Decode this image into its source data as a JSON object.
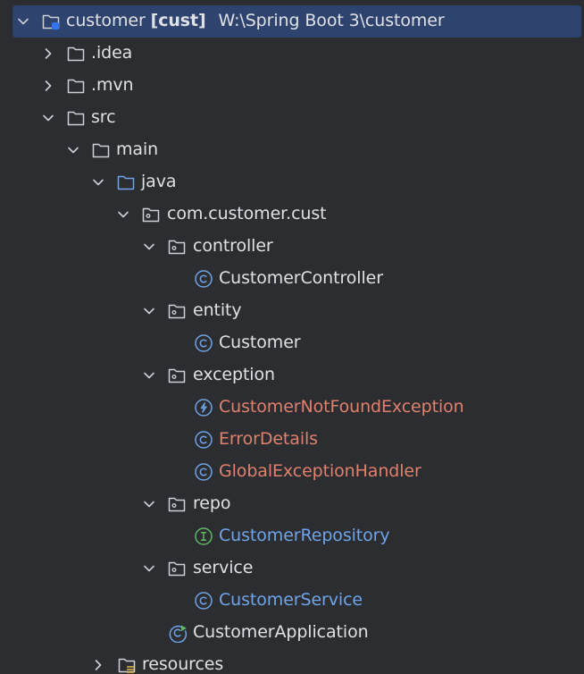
{
  "colors": {
    "background": "#2b2d30",
    "selection": "#2e436e",
    "text_default": "#dfe1e5",
    "text_error": "#e0806d",
    "text_modified": "#6fa4e8",
    "folder_source_blue": "#6fa4e8",
    "class_icon_blue": "#6fa4e8",
    "interface_icon_green": "#5fb865"
  },
  "tree": {
    "root": {
      "name": "customer",
      "module_tag": "[cust]",
      "path": "W:\\Spring Boot 3\\customer"
    },
    "items": [
      {
        "label": ".idea",
        "icon": "folder-icon",
        "expanded": false
      },
      {
        "label": ".mvn",
        "icon": "folder-icon",
        "expanded": false
      },
      {
        "label": "src",
        "icon": "folder-icon",
        "expanded": true
      },
      {
        "label": "main",
        "icon": "folder-icon",
        "expanded": true
      },
      {
        "label": "java",
        "icon": "source-folder-icon",
        "expanded": true
      },
      {
        "label": "com.customer.cust",
        "icon": "package-icon",
        "expanded": true
      },
      {
        "label": "controller",
        "icon": "package-icon",
        "expanded": true
      },
      {
        "label": "CustomerController",
        "icon": "class-icon",
        "status": "default"
      },
      {
        "label": "entity",
        "icon": "package-icon",
        "expanded": true
      },
      {
        "label": "Customer",
        "icon": "class-icon",
        "status": "default"
      },
      {
        "label": "exception",
        "icon": "package-icon",
        "expanded": true
      },
      {
        "label": "CustomerNotFoundException",
        "icon": "exception-class-icon",
        "status": "error"
      },
      {
        "label": "ErrorDetails",
        "icon": "class-icon",
        "status": "error"
      },
      {
        "label": "GlobalExceptionHandler",
        "icon": "class-icon",
        "status": "error"
      },
      {
        "label": "repo",
        "icon": "package-icon",
        "expanded": true
      },
      {
        "label": "CustomerRepository",
        "icon": "interface-icon",
        "status": "modified"
      },
      {
        "label": "service",
        "icon": "package-icon",
        "expanded": true
      },
      {
        "label": "CustomerService",
        "icon": "class-icon",
        "status": "modified"
      },
      {
        "label": "CustomerApplication",
        "icon": "spring-boot-class-icon",
        "status": "default"
      },
      {
        "label": "resources",
        "icon": "resources-folder-icon",
        "expanded": false
      }
    ]
  }
}
